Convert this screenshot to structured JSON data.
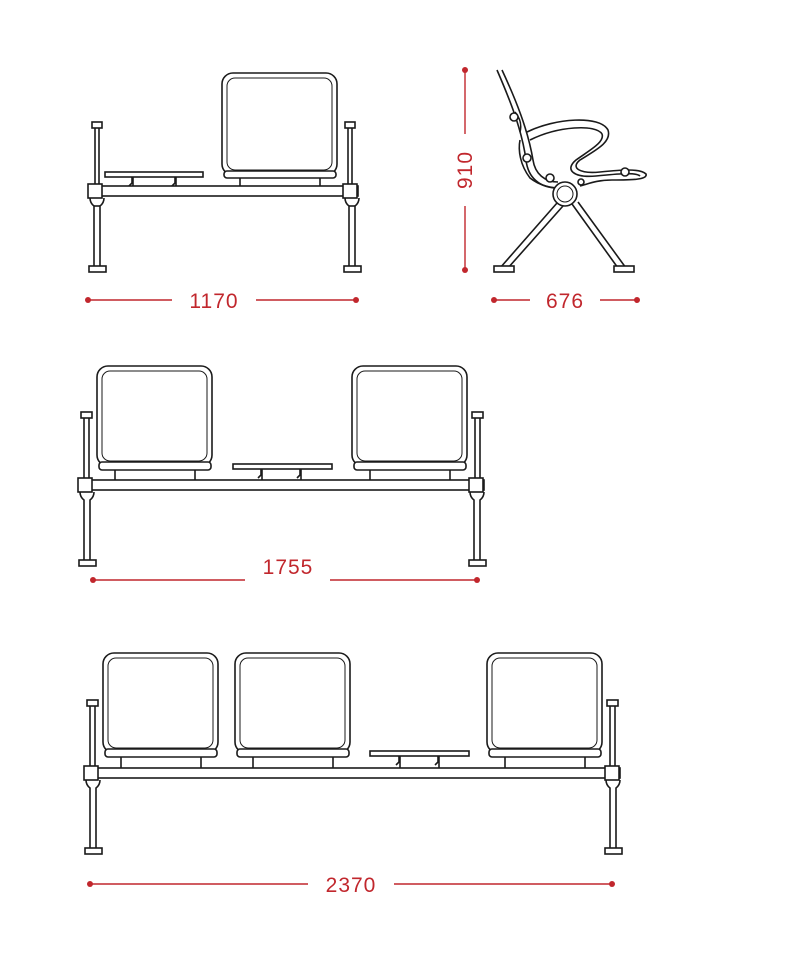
{
  "dimensions": {
    "width_single": "1170",
    "height": "910",
    "depth": "676",
    "width_double": "1755",
    "width_triple": "2370"
  },
  "colors": {
    "line": "#1a1a1a",
    "dimension": "#c1272d"
  }
}
